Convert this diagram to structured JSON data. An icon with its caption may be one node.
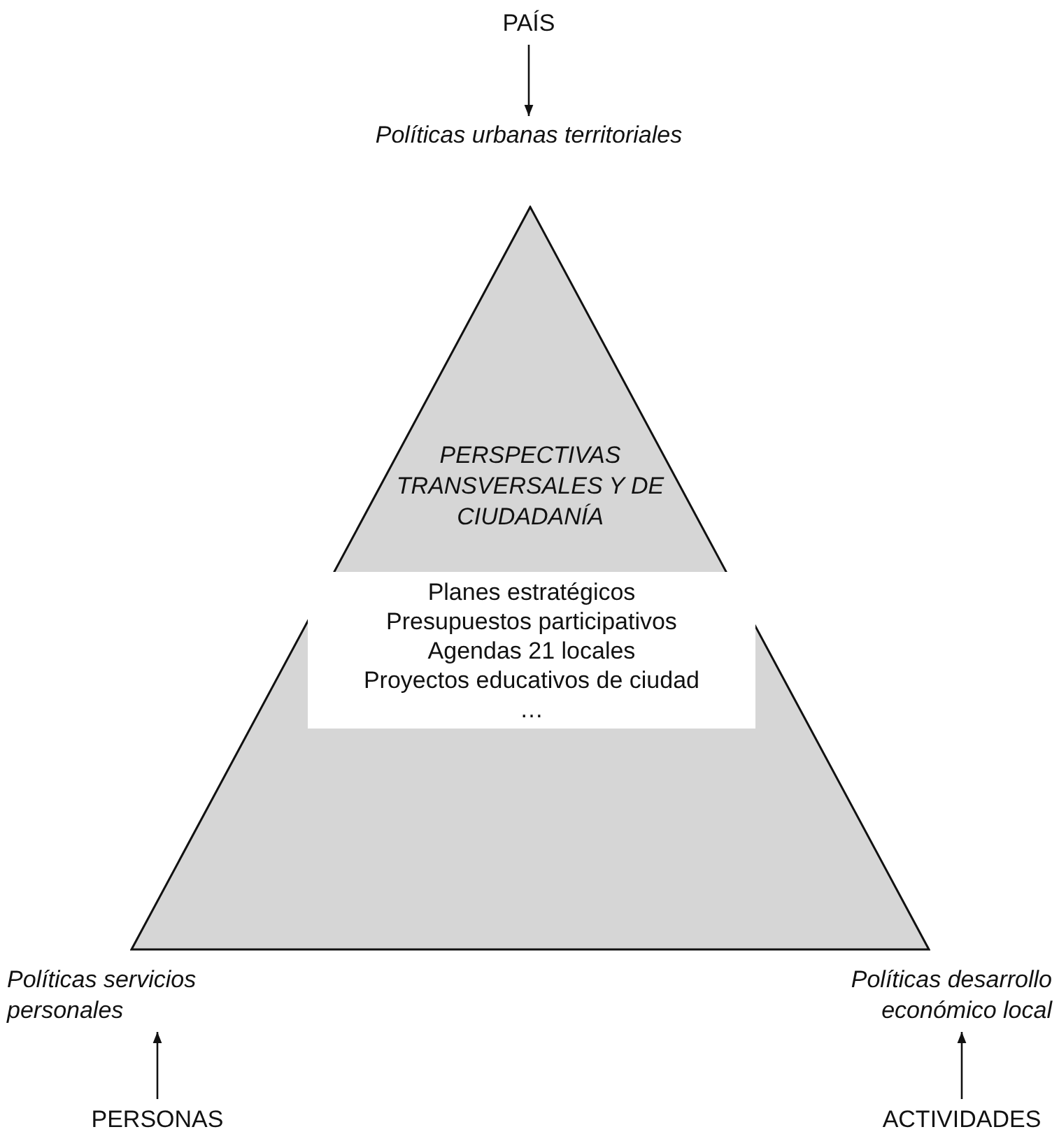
{
  "diagram": {
    "nodes": [
      {
        "text": [
          "PAÍS"
        ]
      },
      {
        "text": [
          "Políticas urbanas territoriales"
        ]
      },
      {
        "text": [
          "PERSPECTIVAS TRANSVERSALES Y DE CIUDADANÍA"
        ]
      },
      {
        "text": [
          "Planes estratégicos",
          "Presupuestos participativos",
          "Agendas 21 locales",
          "Proyectos educativos de ciudad",
          "…"
        ],
        "in": 2
      },
      {
        "text": [
          "Políticas servicios personales"
        ]
      },
      {
        "text": [
          "PERSONAS"
        ]
      },
      {
        "text": [
          "Políticas desarrollo económico local"
        ]
      },
      {
        "text": [
          "ACTIVIDADES"
        ]
      }
    ],
    "edges": [
      {
        "from": 0,
        "to": 1,
        "arrow": "to"
      },
      {
        "from": 5,
        "to": 4,
        "arrow": "to"
      },
      {
        "from": 7,
        "to": 6,
        "arrow": "to"
      }
    ]
  }
}
